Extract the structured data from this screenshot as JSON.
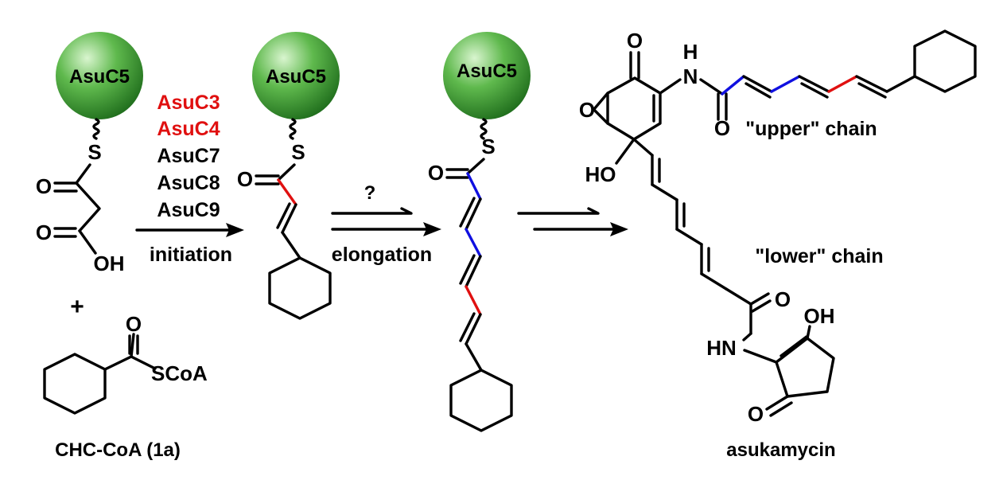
{
  "colors": {
    "ball_light": "#d9f5cf",
    "ball_mid": "#5fb94d",
    "ball_dark": "#1f6d1c",
    "red_bond": "#e01010",
    "blue_bond": "#1010e0",
    "text": "#000000"
  },
  "carrier": {
    "label": "AsuC5"
  },
  "enzymes": [
    {
      "name": "AsuC3",
      "color": "#e01010"
    },
    {
      "name": "AsuC4",
      "color": "#e01010"
    },
    {
      "name": "AsuC7",
      "color": "#000000"
    },
    {
      "name": "AsuC8",
      "color": "#000000"
    },
    {
      "name": "AsuC9",
      "color": "#000000"
    }
  ],
  "steps": {
    "initiation": "initiation",
    "question": "?",
    "elongation": "elongation"
  },
  "substrate": {
    "plus": "+",
    "cofactor_group": "SCoA",
    "name": "CHC-CoA (1a)"
  },
  "atoms": {
    "S": "S",
    "O": "O",
    "OH": "OH",
    "HO": "HO",
    "H": "H",
    "N": "N",
    "HN": "HN"
  },
  "product": {
    "name": "asukamycin",
    "upper_chain": "\"upper\" chain",
    "lower_chain": "\"lower\" chain"
  }
}
